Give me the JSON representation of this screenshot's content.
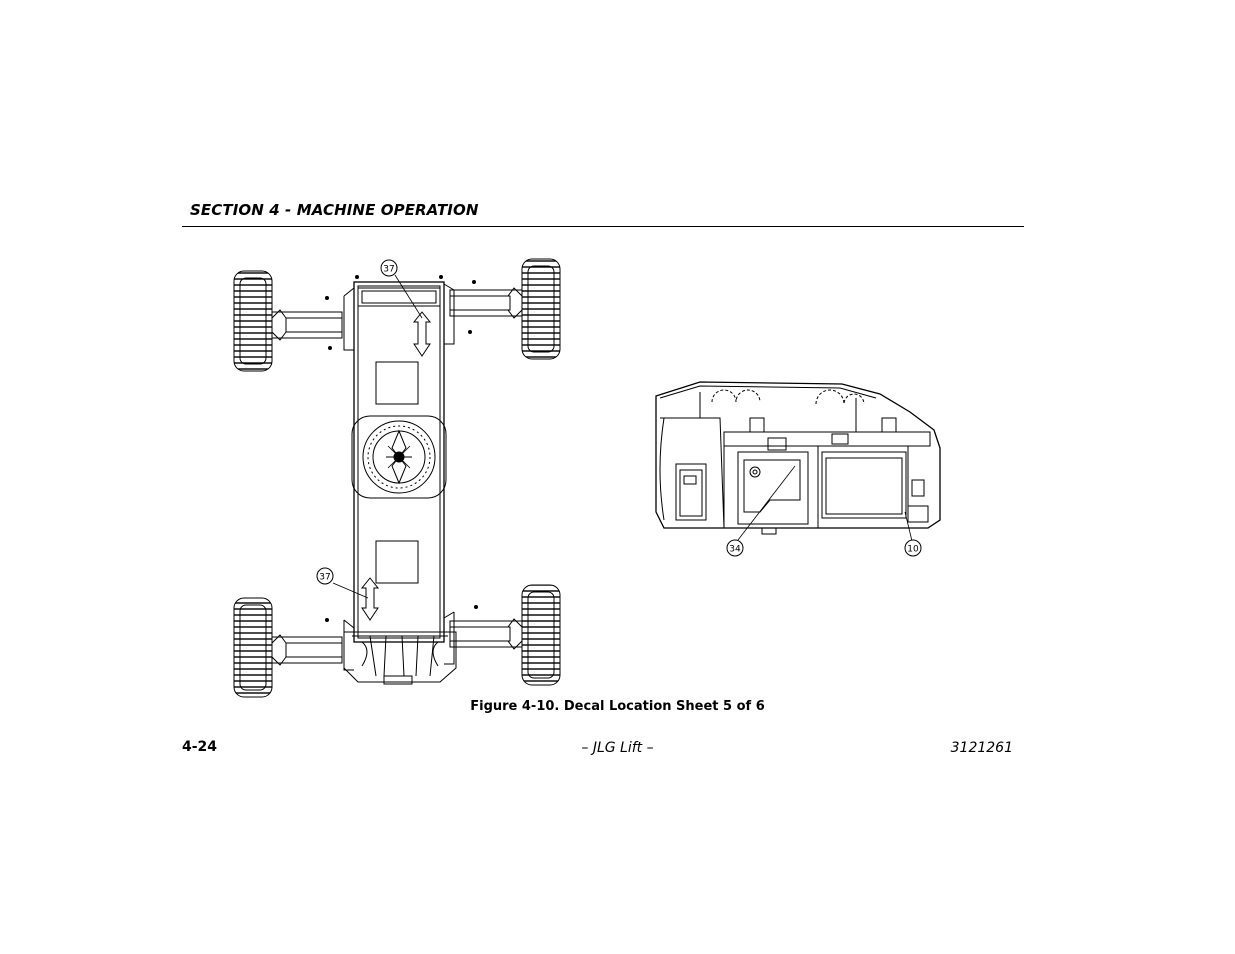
{
  "header": {
    "section_title": "SECTION 4 - MACHINE OPERATION"
  },
  "figure": {
    "caption": "Figure 4-10. Decal Location Sheet 5 of 6",
    "callouts": {
      "top_left": "37",
      "bottom_left": "37",
      "side_left": "34",
      "side_right": "10"
    }
  },
  "footer": {
    "page_number": "4-24",
    "center_text": "– JLG Lift –",
    "doc_number": "3121261"
  }
}
